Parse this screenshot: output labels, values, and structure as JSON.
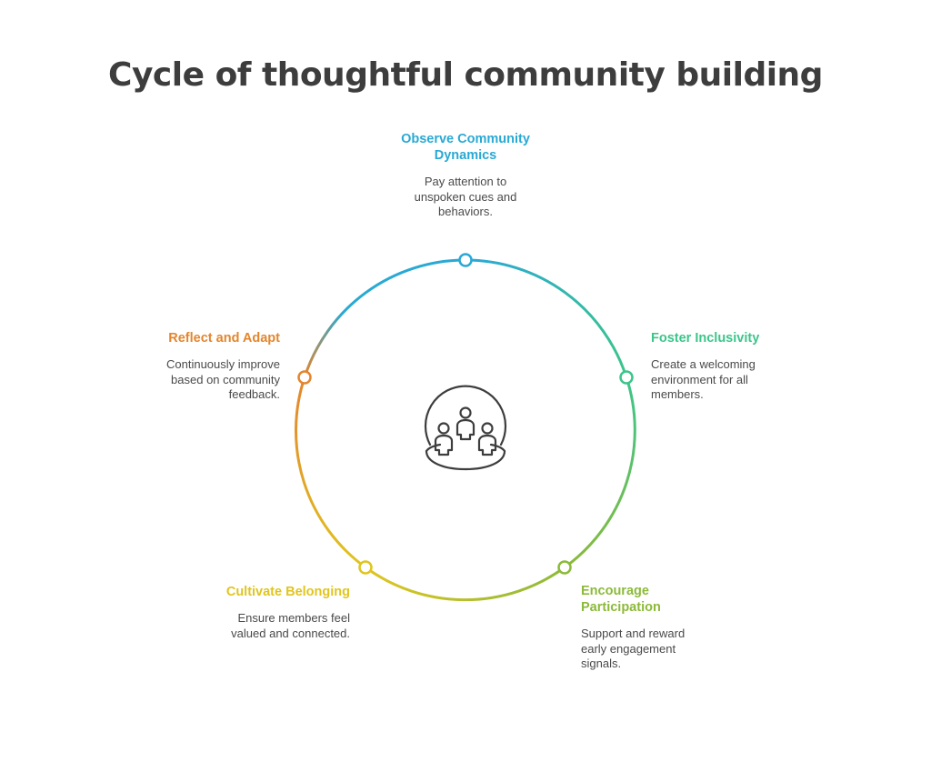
{
  "title": "Cycle of thoughtful community building",
  "colors": {
    "observe": "#29a9d4",
    "foster": "#3cc58a",
    "encourage": "#8cba3a",
    "cultivate": "#e0c51f",
    "reflect": "#e3862e",
    "icon": "#3d3d3d"
  },
  "center_icon": "community-people-icon",
  "steps": [
    {
      "title": "Observe Community Dynamics",
      "description": "Pay attention to unspoken cues and behaviors."
    },
    {
      "title": "Foster Inclusivity",
      "description": "Create a welcoming environment for all members."
    },
    {
      "title": "Encourage Participation",
      "description": "Support and reward early engagement signals."
    },
    {
      "title": "Cultivate Belonging",
      "description": "Ensure members feel valued and connected."
    },
    {
      "title": "Reflect and Adapt",
      "description": "Continuously improve based on community feedback."
    }
  ]
}
